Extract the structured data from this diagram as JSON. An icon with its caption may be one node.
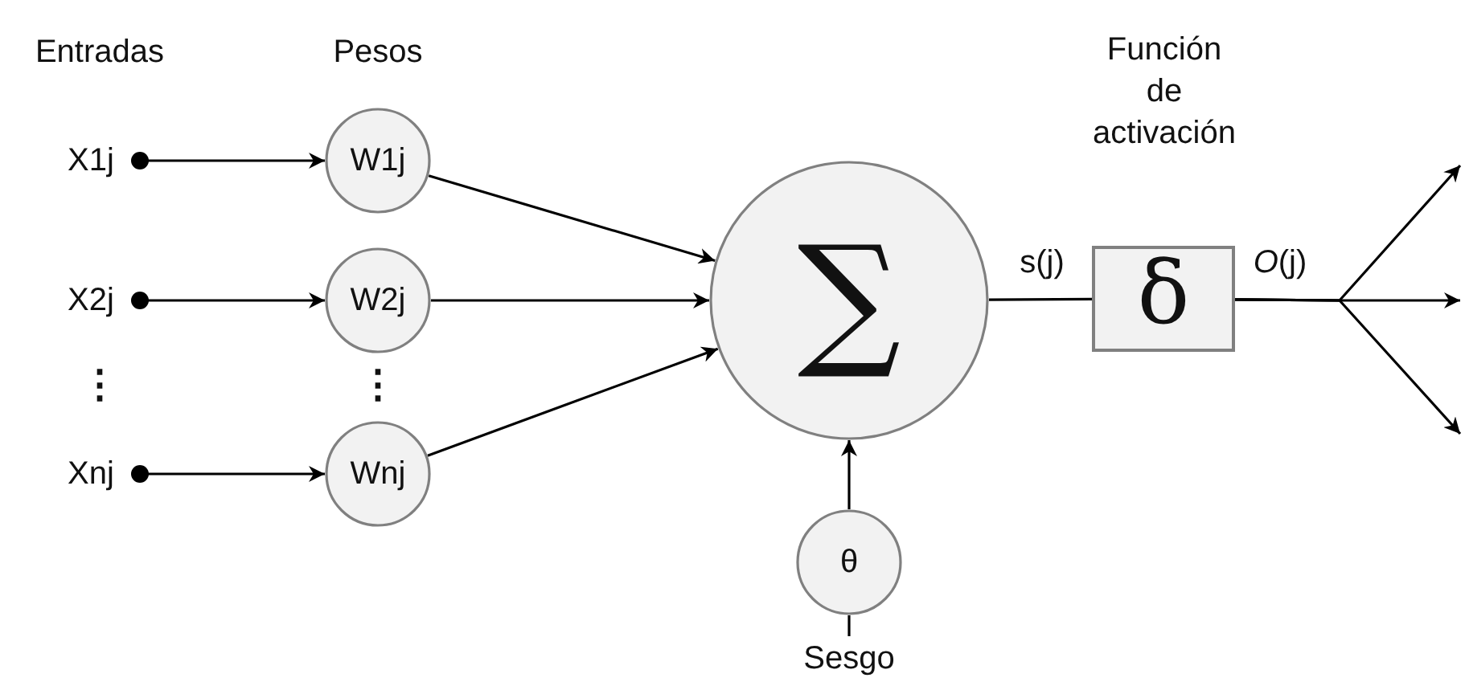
{
  "diagram": {
    "nodes": [
      {
        "text": [
          "X1j"
        ]
      },
      {
        "text": [
          "W1j"
        ]
      },
      {
        "text": [
          "X2j"
        ]
      },
      {
        "text": [
          "W2j"
        ]
      },
      {
        "text": [
          "Xnj"
        ]
      },
      {
        "text": [
          "Wnj"
        ]
      },
      {
        "text": [
          "∑"
        ]
      },
      {
        "text": [
          "θ"
        ]
      },
      {
        "text": [
          "Sesgo"
        ]
      },
      {
        "text": [
          "δ"
        ]
      }
    ],
    "edges": [
      {
        "from": 0,
        "to": 1,
        "arrow": "to"
      },
      {
        "from": 2,
        "to": 3,
        "arrow": "to"
      },
      {
        "from": 4,
        "to": 5,
        "arrow": "to"
      },
      {
        "from": 1,
        "to": 6,
        "arrow": "to"
      },
      {
        "from": 3,
        "to": 6,
        "arrow": "to"
      },
      {
        "from": 5,
        "to": 6,
        "arrow": "to"
      },
      {
        "from": 7,
        "to": 6,
        "arrow": "to"
      },
      {
        "from": 8,
        "to": 7,
        "arrow": "none"
      },
      {
        "from": 6,
        "to": 9,
        "arrow": "none",
        "label": "s(j)"
      },
      {
        "from": 9,
        "to": null,
        "arrow": "to"
      },
      {
        "from": 9,
        "to": null,
        "arrow": "to",
        "label": "*O*(j)"
      },
      {
        "from": 9,
        "to": null,
        "arrow": "to"
      }
    ],
    "labels": [
      "Entradas",
      "Pesos",
      "Función de activación",
      "⋮",
      "⋮"
    ]
  }
}
